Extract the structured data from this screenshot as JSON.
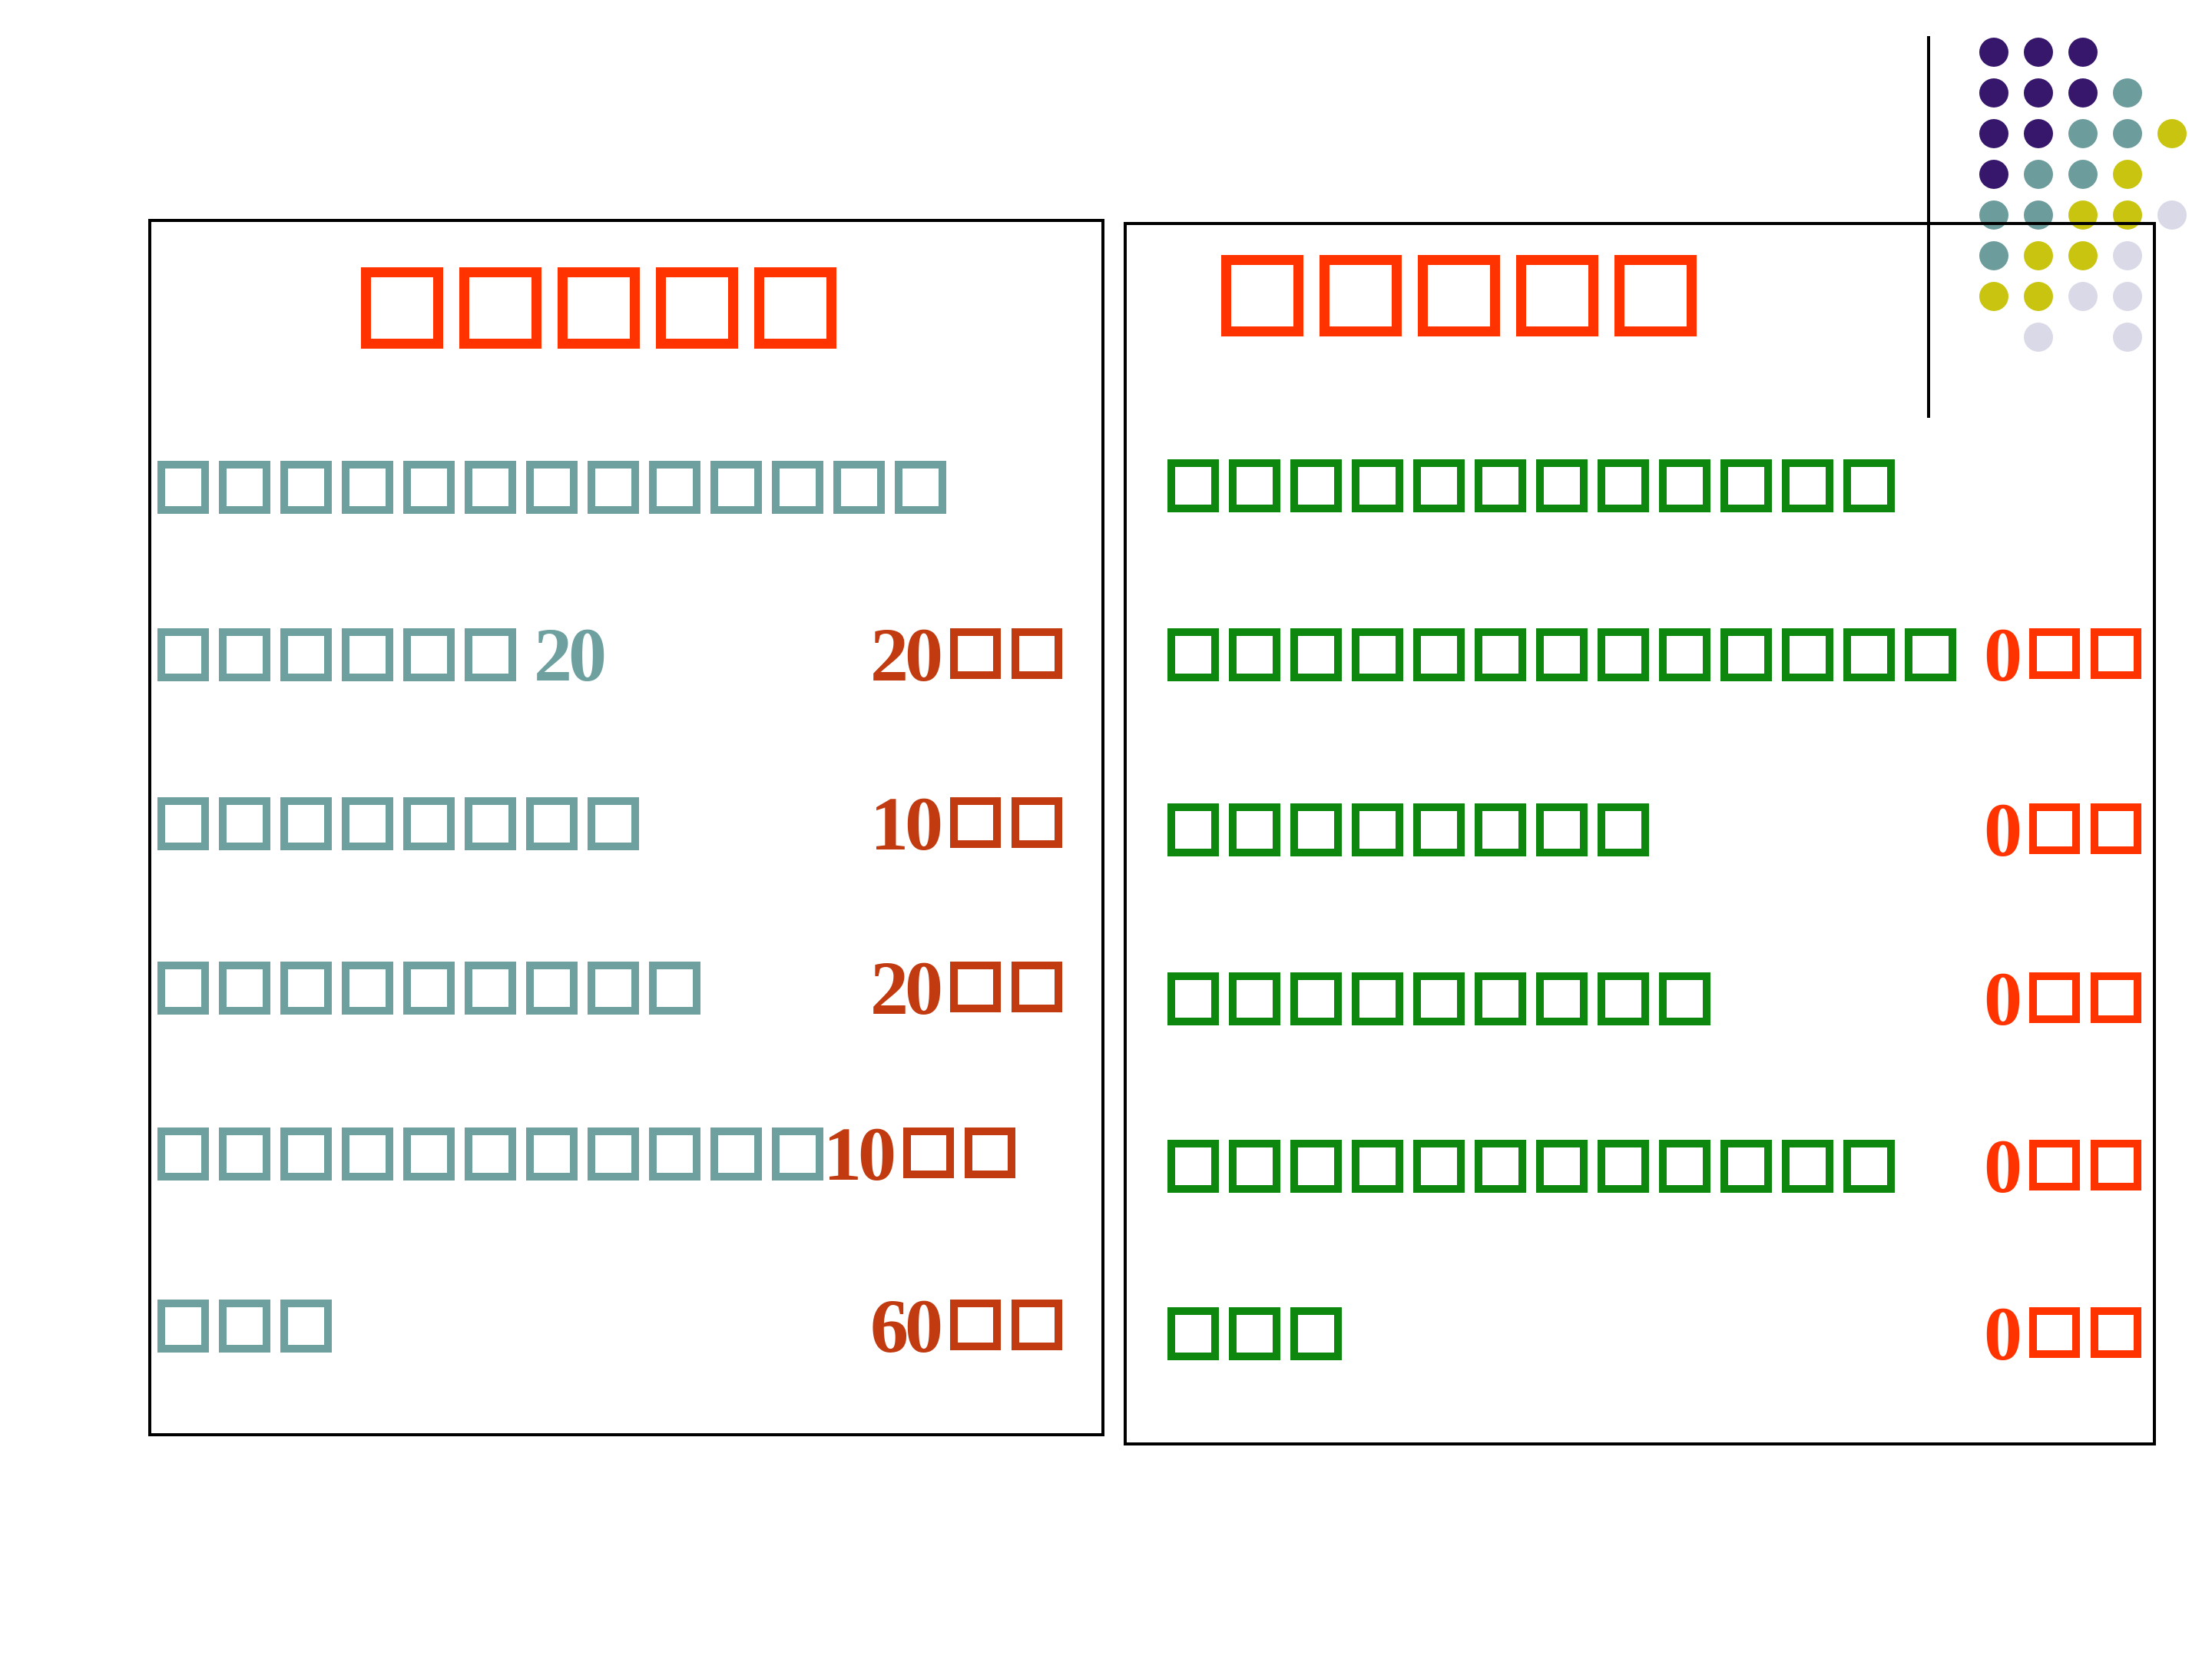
{
  "decoration": {
    "dot_palette": {
      "P": "#36176b",
      "T": "#6d9c9c",
      "Y": "#c8c40f",
      "L": "#d9d9e7"
    },
    "dot_rows": [
      "PPP..",
      "PPPT.",
      "PPTTY",
      "PTTY.",
      "TTYYL",
      "TYYL.",
      "YYLL.",
      ".L.L."
    ],
    "rule_color": "#000000"
  },
  "left_panel": {
    "title_box_count": 5,
    "colors": {
      "title": "#ff3300",
      "text": "#6fa0a0",
      "number": "#c13a10"
    },
    "lines": [
      {
        "text_boxes": 13,
        "suffix": "",
        "number": "",
        "number_boxes": 0,
        "layout": "plain"
      },
      {
        "text_boxes": 6,
        "suffix": "20",
        "number": "20",
        "number_boxes": 2,
        "layout": "split"
      },
      {
        "text_boxes": 8,
        "suffix": "",
        "number": "10",
        "number_boxes": 2,
        "layout": "split"
      },
      {
        "text_boxes": 9,
        "suffix": "",
        "number": "20",
        "number_boxes": 2,
        "layout": "split"
      },
      {
        "text_boxes": 11,
        "suffix": "",
        "number": "10",
        "number_boxes": 2,
        "layout": "inline"
      },
      {
        "text_boxes": 3,
        "suffix": "",
        "number": "60",
        "number_boxes": 2,
        "layout": "split"
      }
    ]
  },
  "right_panel": {
    "title_box_count": 5,
    "colors": {
      "title": "#ff3300",
      "text": "#0e870e",
      "number": "#ff3300"
    },
    "lines": [
      {
        "text_boxes": 12,
        "suffix": "",
        "number": "",
        "number_boxes": 0,
        "layout": "plain"
      },
      {
        "text_boxes": 13,
        "suffix": "",
        "number": "0",
        "number_boxes": 2,
        "layout": "split"
      },
      {
        "text_boxes": 8,
        "suffix": "",
        "number": "0",
        "number_boxes": 2,
        "layout": "split"
      },
      {
        "text_boxes": 9,
        "suffix": "",
        "number": "0",
        "number_boxes": 2,
        "layout": "split"
      },
      {
        "text_boxes": 12,
        "suffix": "",
        "number": "0",
        "number_boxes": 2,
        "layout": "split"
      },
      {
        "text_boxes": 3,
        "suffix": "",
        "number": "0",
        "number_boxes": 2,
        "layout": "split"
      }
    ]
  }
}
